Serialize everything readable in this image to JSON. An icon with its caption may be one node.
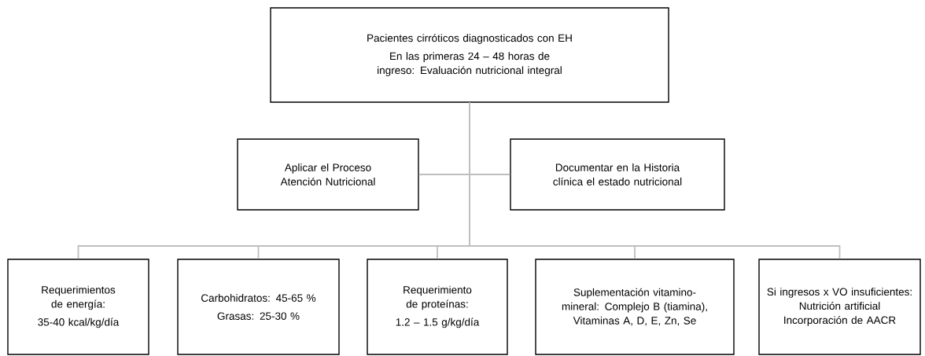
{
  "diagram": {
    "nodes": [
      {
        "text": [
          "Pacientes cirróticos diagnosticados con EH",
          "En las primeras 24 – 48 horas de ingreso: Evaluación nutricional integral"
        ]
      },
      {
        "text": [
          "Aplicar el Proceso Atención Nutricional"
        ]
      },
      {
        "text": [
          "Documentar en la Historia clínica el estado nutricional"
        ]
      },
      {
        "text": [
          "Requerimientos de energía:",
          "35-40 kcal/kg/día"
        ]
      },
      {
        "text": [
          "Carbohidratos: 45-65 %",
          "Grasas: 25-30 %"
        ]
      },
      {
        "text": [
          "Requerimiento de proteínas:",
          "1.2 – 1.5 g/kg/día"
        ]
      },
      {
        "text": [
          "Suplementación vitamino-mineral: Complejo B (tiamina), Vitaminas A, D, E, Zn, Se"
        ]
      },
      {
        "text": [
          "Si ingresos x VO insuficientes: Nutrición artificial Incorporación de AACR"
        ]
      }
    ],
    "edges": [
      {
        "from": 0,
        "to": 1,
        "arrow": "none"
      },
      {
        "from": 0,
        "to": 2,
        "arrow": "none"
      },
      {
        "from": 0,
        "to": 3,
        "arrow": "none"
      },
      {
        "from": 0,
        "to": 4,
        "arrow": "none"
      },
      {
        "from": 0,
        "to": 5,
        "arrow": "none"
      },
      {
        "from": 0,
        "to": 6,
        "arrow": "none"
      },
      {
        "from": 0,
        "to": 7,
        "arrow": "none"
      }
    ]
  }
}
